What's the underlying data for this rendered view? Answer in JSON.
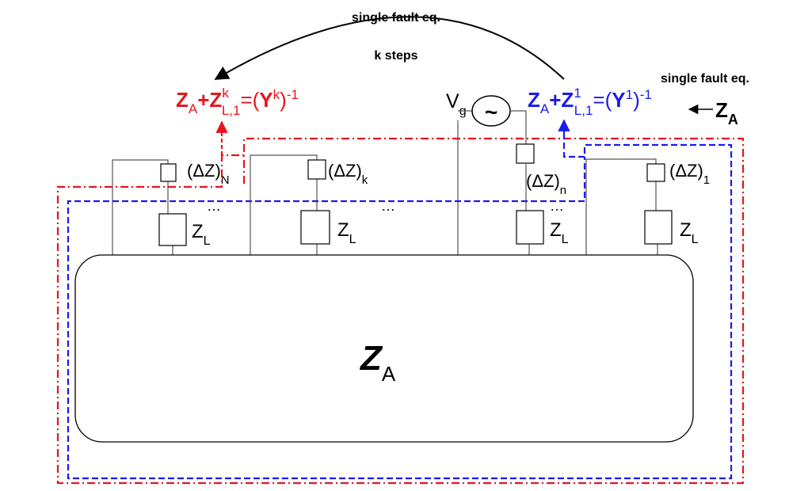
{
  "colors": {
    "red": "#e8141c",
    "blue": "#1a1aee",
    "black": "#000000",
    "wire": "#555555"
  },
  "arc_label_top": "single fault eq.",
  "arc_label_bottom": "k steps",
  "right_label": "single fault eq.",
  "red_equation": {
    "z": "Z",
    "a": "A",
    "plus": "+",
    "zl": "Z",
    "sup": "k",
    "sub": "L,1",
    "eq": "=(",
    "y": "Y",
    "ysup": "k",
    "close": ")",
    "inv": "-1"
  },
  "blue_equation": {
    "z": "Z",
    "a": "A",
    "plus": "+",
    "zl": "Z",
    "sup": "1",
    "sub": "L,1",
    "eq": "=(",
    "y": "Y",
    "ysup": "1",
    "close": ")",
    "inv": "-1"
  },
  "source": {
    "v": "V",
    "sub": "g",
    "glyph": "~"
  },
  "za_right": {
    "z": "Z",
    "sub": "A"
  },
  "impedances": [
    {
      "main": "(ΔZ)",
      "sub": "N"
    },
    {
      "main": "(ΔZ)",
      "sub": "k"
    },
    {
      "main": "(ΔZ)",
      "sub": "n"
    },
    {
      "main": "(ΔZ)",
      "sub": "1"
    }
  ],
  "load": {
    "main": "Z",
    "sub": "L"
  },
  "ellipsis": "…",
  "network": {
    "z": "Z",
    "sub": "A"
  }
}
